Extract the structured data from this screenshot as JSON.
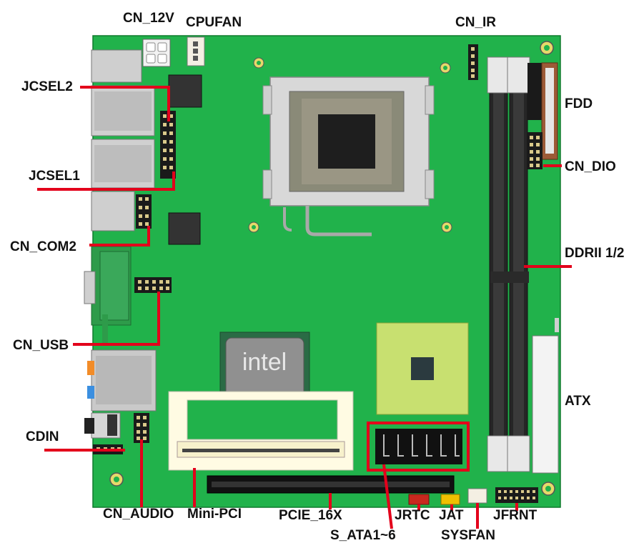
{
  "board": {
    "pcb_color": "#21b24b",
    "line_color": "#e3001b",
    "cpu_brand_mark": "intel"
  },
  "labels": {
    "cn_12v": "CN_12V",
    "cpufan": "CPUFAN",
    "cn_ir": "CN_IR",
    "jcsel2": "JCSEL2",
    "fdd": "FDD",
    "jcsel1": "JCSEL1",
    "cn_dio": "CN_DIO",
    "cn_com2": "CN_COM2",
    "ddrii": "DDRII 1/2",
    "cn_usb": "CN_USB",
    "atx": "ATX",
    "cdin": "CDIN",
    "cn_audio": "CN_AUDIO",
    "mini_pci": "Mini-PCI",
    "pcie_16x": "PCIE_16X",
    "jrtc": "JRTC",
    "jat": "JAT",
    "jfrnt": "JFRNT",
    "s_ata": "S_ATA1~6",
    "sysfan": "SYSFAN"
  }
}
